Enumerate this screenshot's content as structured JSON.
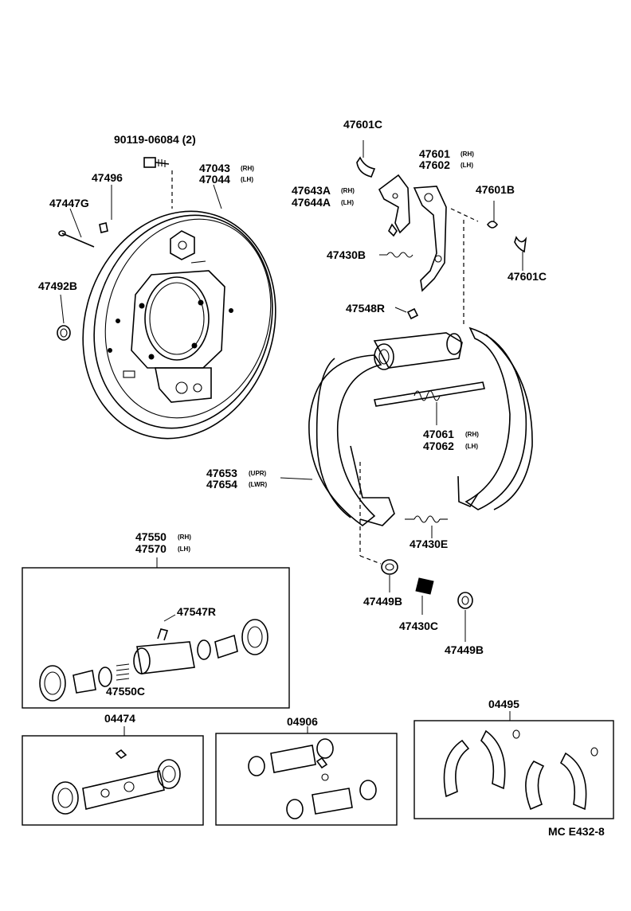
{
  "labels": {
    "p90119": "90119-06084 (2)",
    "p47496": "47496",
    "p47447G": "47447G",
    "p47492B": "47492B",
    "p47043": "47043",
    "p47044": "47044",
    "rh": "(RH)",
    "lh": "(LH)",
    "p47601C_top": "47601C",
    "p47601": "47601",
    "p47602": "47602",
    "p47643A": "47643A",
    "p47644A": "47644A",
    "p47601B": "47601B",
    "p47430B": "47430B",
    "p47601C_right": "47601C",
    "p47548R": "47548R",
    "p47061": "47061",
    "p47062": "47062",
    "p47653": "47653",
    "p47654": "47654",
    "upr": "(UPR)",
    "lwr": "(LWR)",
    "p47430E": "47430E",
    "p47449B_left": "47449B",
    "p47430C": "47430C",
    "p47449B_right": "47449B",
    "p47550": "47550",
    "p47570": "47570",
    "p47547R": "47547R",
    "p47550C": "47550C",
    "k04474": "04474",
    "k04906": "04906",
    "k04495": "04495",
    "ref": "MC  E432-8"
  }
}
